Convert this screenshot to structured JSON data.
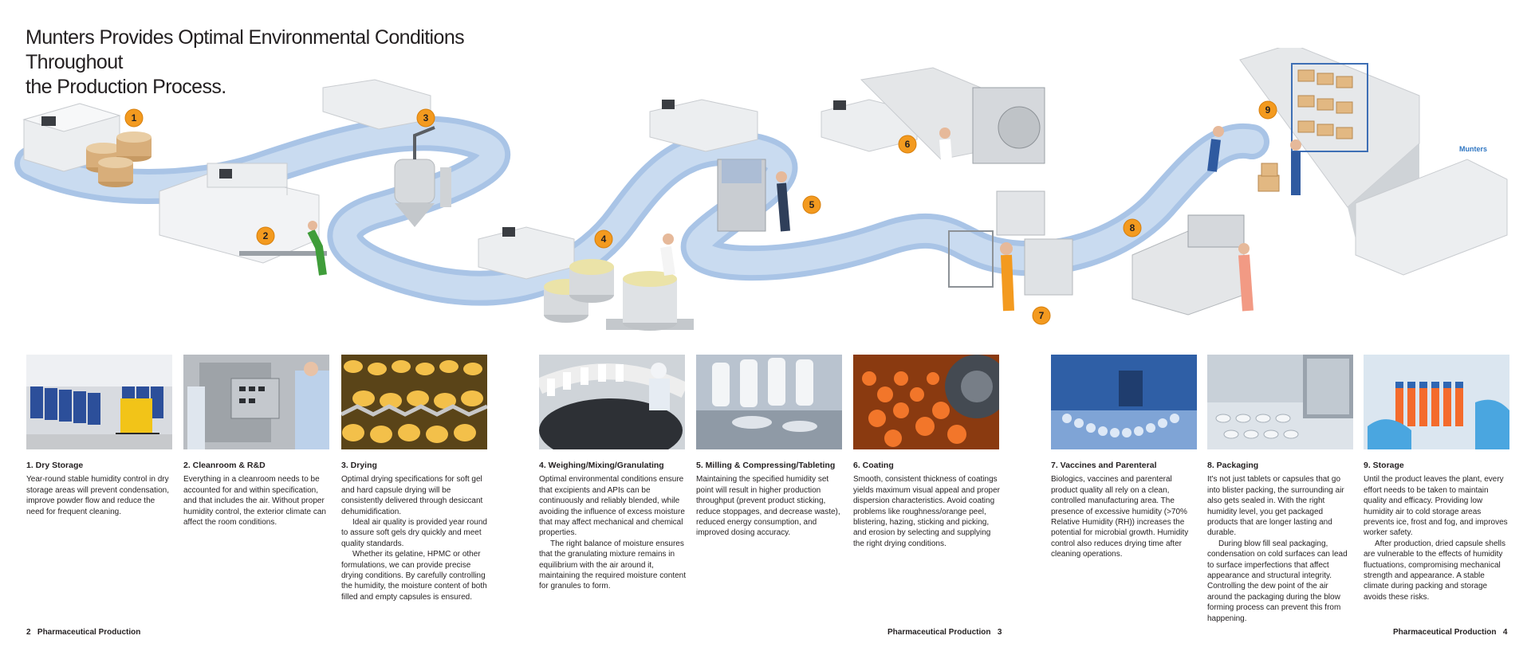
{
  "headline": {
    "line1": "Munters Provides Optimal Environmental Conditions Throughout",
    "line2": "the Production Process."
  },
  "brand": {
    "logo_text": "Munters",
    "accent": "#f39a1f",
    "river": "#9fbde3"
  },
  "steps": [
    {
      "number": "1",
      "title": "1. Dry Storage",
      "paragraphs": [
        "Year-round stable humidity control in dry storage areas will prevent condensation, improve powder flow and reduce the need for frequent cleaning."
      ]
    },
    {
      "number": "2",
      "title": "2. Cleanroom & R&D",
      "paragraphs": [
        "Everything in a cleanroom needs to be accounted for and within specification, and that includes the air. Without proper humidity control, the exterior climate can affect the room conditions."
      ]
    },
    {
      "number": "3",
      "title": "3. Drying",
      "paragraphs": [
        "Optimal drying specifications for soft gel and hard capsule drying will be consistently delivered through desiccant dehumidification.",
        "Ideal air quality is provided year round to assure soft gels dry quickly and meet quality standards.",
        "Whether its gelatine, HPMC or other formulations, we can provide precise drying conditions. By carefully controlling the humidity, the moisture content of both filled and empty capsules is ensured."
      ]
    },
    {
      "number": "4",
      "title": "4. Weighing/Mixing/Granulating",
      "paragraphs": [
        "Optimal environmental conditions ensure that excipients and APIs can be continuously and reliably blended, while avoiding the influence of excess moisture that may affect mechanical and chemical properties.",
        "The right balance of moisture ensures that the granulating mixture remains in equilibrium with the air around it, maintaining the required moisture content for granules to form."
      ]
    },
    {
      "number": "5",
      "title": "5. Milling & Compressing/Tableting",
      "paragraphs": [
        "Maintaining the specified humidity set point will result in higher production throughput (prevent product sticking, reduce stoppages, and decrease waste), reduced energy consumption, and improved dosing accuracy."
      ]
    },
    {
      "number": "6",
      "title": "6. Coating",
      "paragraphs": [
        "Smooth, consistent thickness of coatings yields maximum visual appeal and proper dispersion characteristics. Avoid coating problems like roughness/orange peel, blistering, hazing, sticking and picking, and erosion by selecting and supplying the right drying conditions."
      ]
    },
    {
      "number": "7",
      "title": "7. Vaccines and Parenteral",
      "paragraphs": [
        "Biologics, vaccines and parenteral product quality all rely on a clean, controlled manufacturing area. The presence of excessive humidity (>70% Relative Humidity (RH)) increases the potential for microbial growth. Humidity control also reduces drying time after cleaning operations."
      ]
    },
    {
      "number": "8",
      "title": "8. Packaging",
      "paragraphs": [
        "It's not just tablets or capsules that go into blister packing, the surrounding air also gets sealed in. With the right humidity level, you get packaged products that are longer lasting and durable.",
        "During blow fill seal packaging, condensation on cold surfaces can lead to surface imperfections that affect appearance and structural integrity. Controlling the dew point of the air around the packaging during the blow forming process can prevent this from happening."
      ]
    },
    {
      "number": "9",
      "title": "9. Storage",
      "paragraphs": [
        "Until the product leaves the plant, every effort needs to be taken to maintain quality and efficacy. Providing low humidity air to cold storage areas prevents ice, frost and fog, and improves worker safety.",
        "After production, dried capsule shells are vulnerable to the effects of humidity fluctuations, compromising mechanical strength and appearance. A stable climate during packing and storage avoids these risks."
      ]
    }
  ],
  "footer": {
    "left": "2   Pharmaceutical Production",
    "middle": "Pharmaceutical Production   3",
    "right": "Pharmaceutical Production   4"
  }
}
